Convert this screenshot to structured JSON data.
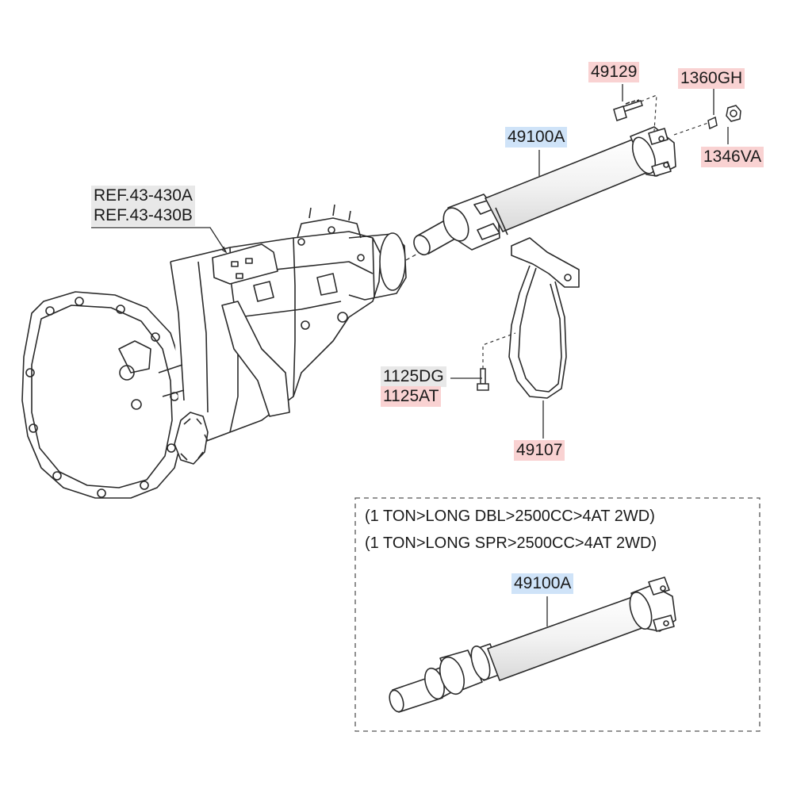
{
  "callouts": {
    "ref_a": "REF.43-430A",
    "ref_b": "REF.43-430B",
    "shaft_main": "49100A",
    "bolt": "49129",
    "washer": "1360GH",
    "nut": "1346VA",
    "bracket_bolt_1": "1125DG",
    "bracket_bolt_2": "1125AT",
    "bracket": "49107",
    "shaft_alt": "49100A"
  },
  "variant_box": {
    "line1": "(1 TON>LONG DBL>2500CC>4AT 2WD)",
    "line2": "(1 TON>LONG SPR>2500CC>4AT 2WD)"
  },
  "colors": {
    "highlight_pink": "#f9d2d2",
    "highlight_blue": "#cfe3f8",
    "line": "#2a2a2a"
  },
  "icons": [
    "transmission-icon",
    "propeller-shaft-icon",
    "bolt-icon",
    "washer-icon",
    "nut-icon",
    "bracket-icon"
  ]
}
